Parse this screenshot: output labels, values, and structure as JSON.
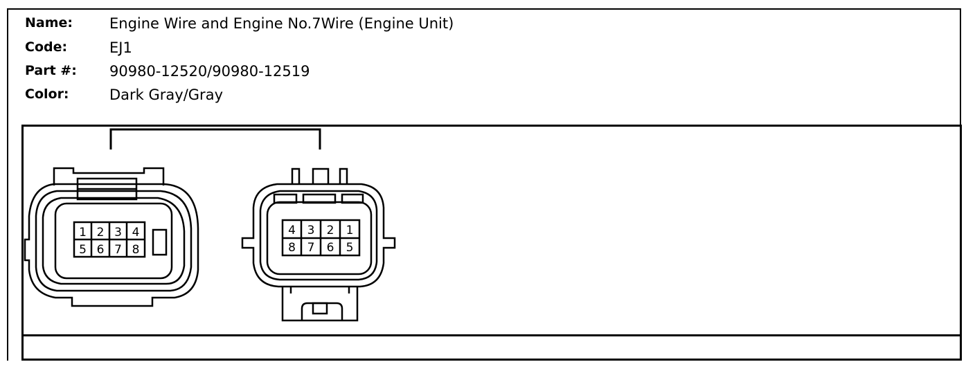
{
  "info": {
    "name_label": "Name:",
    "name_value": "Engine Wire and Engine No.7Wire (Engine Unit)",
    "code_label": "Code:",
    "code_value": "EJ1",
    "part_label": "Part #:",
    "part_value": "90980-12520/90980-12519",
    "color_label": "Color:",
    "color_value": "Dark Gray/Gray"
  },
  "left_connector": {
    "pins_top": [
      "1",
      "2",
      "3",
      "4"
    ],
    "pins_bottom": [
      "5",
      "6",
      "7",
      "8"
    ]
  },
  "right_connector": {
    "pins_top": [
      "4",
      "3",
      "2",
      "1"
    ],
    "pins_bottom": [
      "8",
      "7",
      "6",
      "5"
    ]
  }
}
